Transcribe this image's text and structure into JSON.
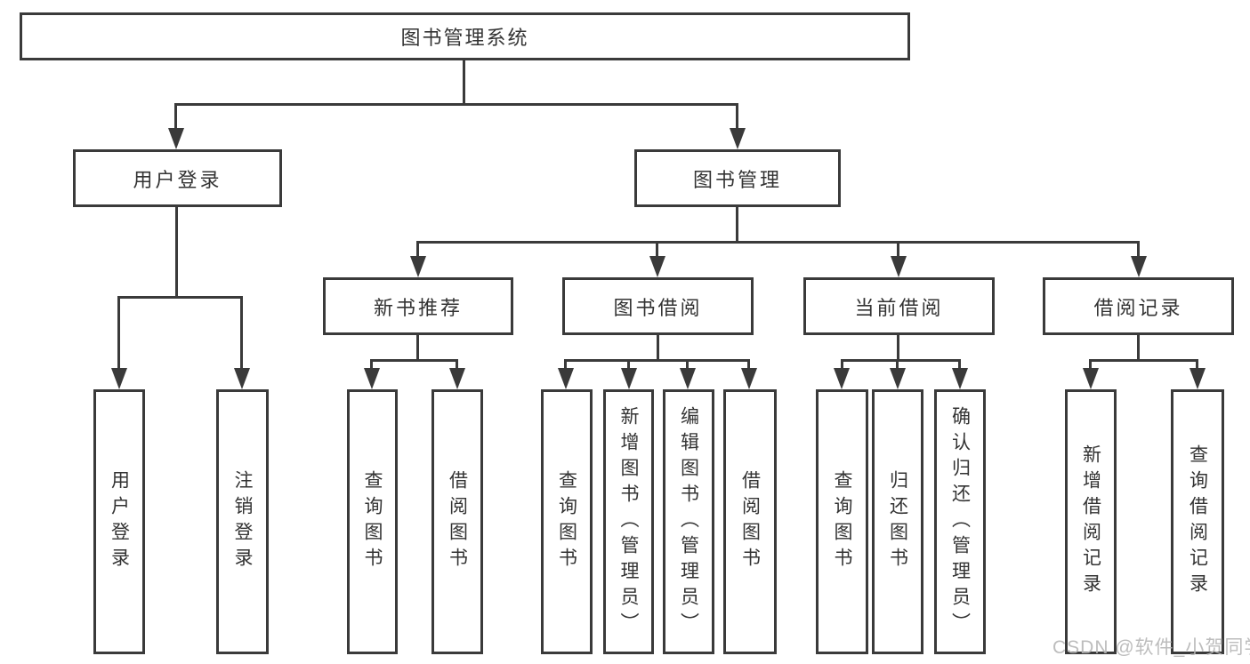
{
  "tree": {
    "root": {
      "label": "图书管理系统"
    },
    "branches": [
      {
        "label": "用户登录",
        "children": [
          {
            "label": "用户登录"
          },
          {
            "label": "注销登录"
          }
        ]
      },
      {
        "label": "图书管理",
        "children": [
          {
            "label": "新书推荐",
            "children": [
              {
                "label": "查询图书"
              },
              {
                "label": "借阅图书"
              }
            ]
          },
          {
            "label": "图书借阅",
            "children": [
              {
                "label": "查询图书"
              },
              {
                "label": "新增图书（管理员）"
              },
              {
                "label": "编辑图书（管理员）"
              },
              {
                "label": "借阅图书"
              }
            ]
          },
          {
            "label": "当前借阅",
            "children": [
              {
                "label": "查询图书"
              },
              {
                "label": "归还图书"
              },
              {
                "label": "确认归还（管理员）"
              }
            ]
          },
          {
            "label": "借阅记录",
            "children": [
              {
                "label": "新增借阅记录"
              },
              {
                "label": "查询借阅记录"
              }
            ]
          }
        ]
      }
    ]
  },
  "watermark": {
    "text": "CSDN @软件_小贺同学",
    "color": "#b6b6b6"
  },
  "colors": {
    "line": "#3a3a3a",
    "text": "#333333",
    "background": "#ffffff"
  }
}
